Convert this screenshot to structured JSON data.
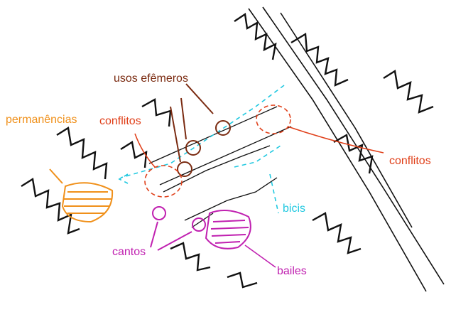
{
  "labels": {
    "usos_efemeros": "usos efêmeros",
    "permanencias": "permanências",
    "conflitos_left": "conflitos",
    "conflitos_right": "conflitos",
    "bicis": "bicis",
    "cantos": "cantos",
    "bailes": "bailes"
  },
  "colors": {
    "ink": "#111111",
    "usos_efemeros": "#7a2a10",
    "permanencias": "#f0901a",
    "conflitos": "#e0401a",
    "bicis": "#20c8e0",
    "cantos": "#c020b0",
    "bailes": "#c020b0"
  }
}
